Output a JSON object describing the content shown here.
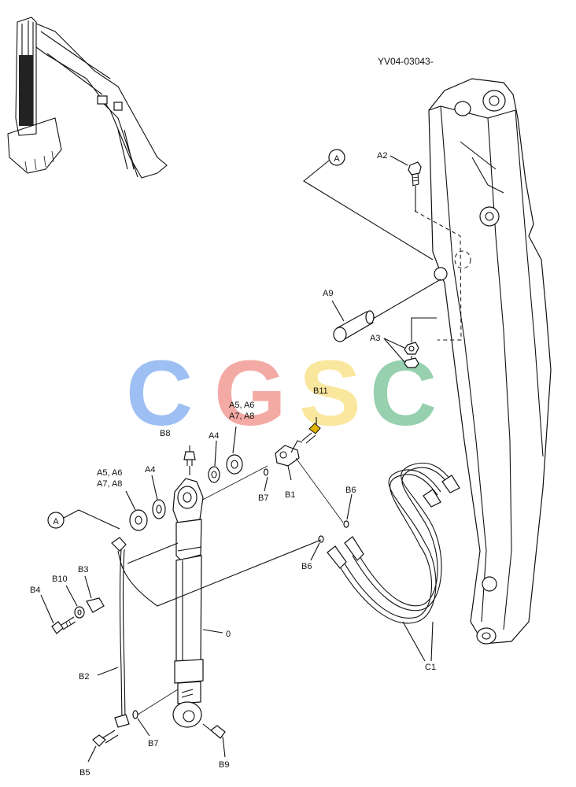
{
  "document_id": "YV04-03043-",
  "watermark": {
    "letters": [
      {
        "char": "C",
        "color": "#7aa7f0"
      },
      {
        "char": "G",
        "color": "#f08a82"
      },
      {
        "char": "S",
        "color": "#f8df78"
      },
      {
        "char": "C",
        "color": "#6fbf8f"
      }
    ]
  },
  "highlight_color": "#e2b400",
  "reference_marks": [
    "A",
    "A"
  ],
  "labels": {
    "A2": "A2",
    "A9": "A9",
    "A3": "A3",
    "B11": "B11",
    "A5A6_upper": "A5, A6",
    "A7A8_upper": "A7, A8",
    "A4_upper": "A4",
    "B8": "B8",
    "B7_upper": "B7",
    "B1": "B1",
    "B6_upper": "B6",
    "A5A6_lower": "A5, A6",
    "A7A8_lower": "A7, A8",
    "A4_lower": "A4",
    "B6_lower": "B6",
    "B3": "B3",
    "B10": "B10",
    "B4": "B4",
    "zero": "0",
    "B2": "B2",
    "B7_lower": "B7",
    "B5": "B5",
    "B9": "B9",
    "C1": "C1"
  }
}
